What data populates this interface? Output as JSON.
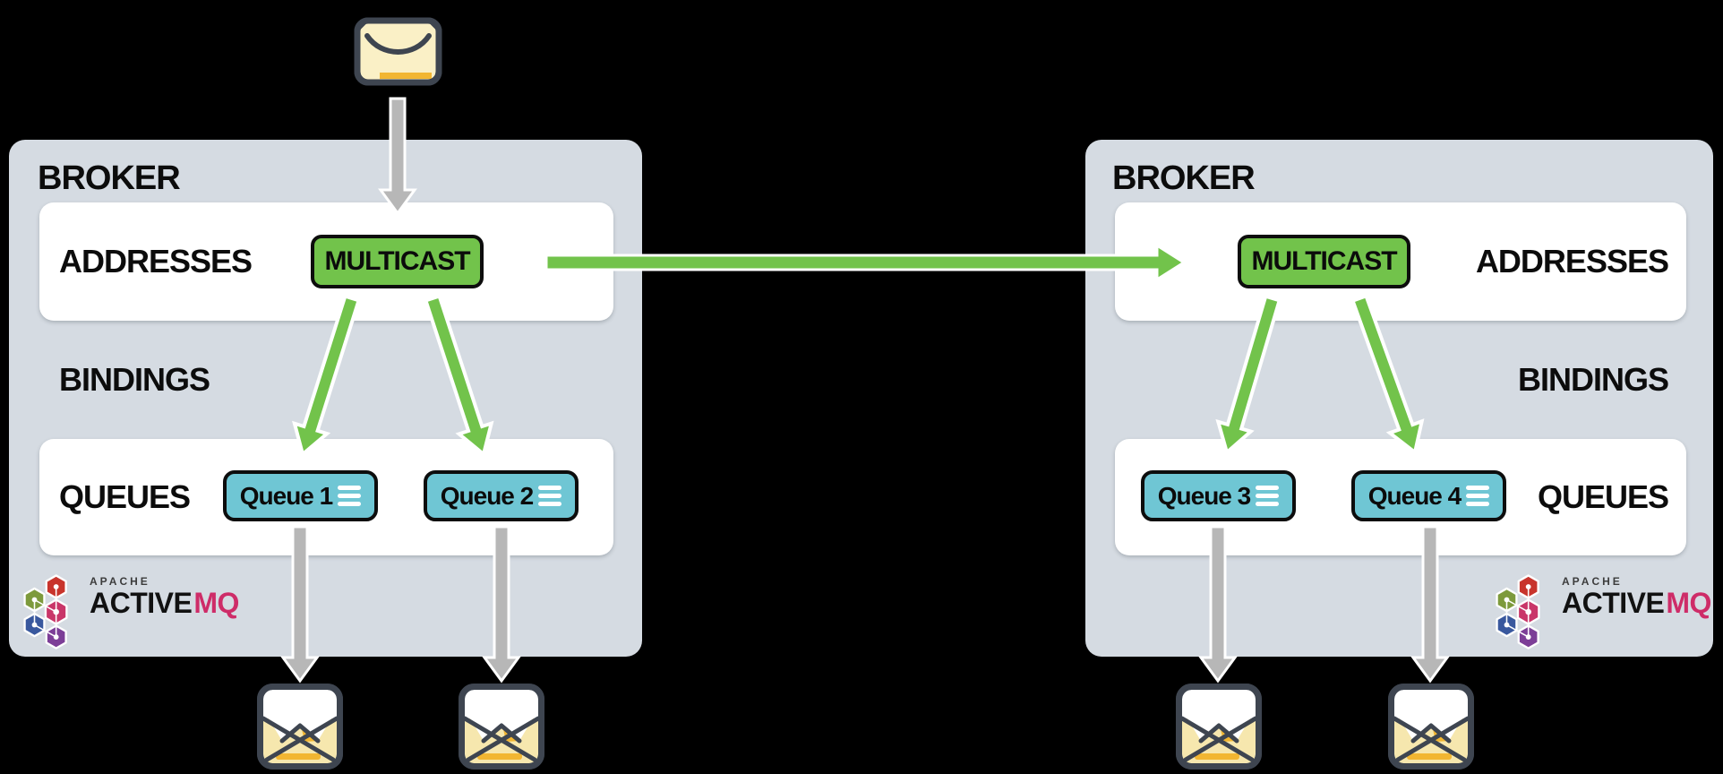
{
  "colors": {
    "background": "#000000",
    "panel": "#D5DBE2",
    "row": "#FFFFFF",
    "accent_green": "#72C34B",
    "queue_cyan": "#6FC6D4",
    "arrow_gray": "#B7B7B7",
    "text_dark": "#111111",
    "logo_pink": "#CE2C68",
    "envelope_cream": "#FAF0C6",
    "envelope_yellow": "#F6E7AE",
    "envelope_orange": "#F2B632",
    "envelope_border": "#3E4550"
  },
  "icons": {
    "producer_message": "closed-envelope-icon",
    "consumer_message": "open-envelope-icon",
    "queue_list": "queue-lines-icon",
    "logo_cluster": "hexagon-cluster-icon"
  },
  "brokers": [
    {
      "title": "BROKER",
      "addresses_label": "ADDRESSES",
      "bindings_label": "BINDINGS",
      "queues_label": "QUEUES",
      "address_name": "MULTICAST",
      "queues": [
        {
          "name": "Queue 1"
        },
        {
          "name": "Queue 2"
        }
      ],
      "logo": {
        "apache": "APACHE",
        "name_primary": "ACTIVE",
        "name_accent": "MQ"
      }
    },
    {
      "title": "BROKER",
      "addresses_label": "ADDRESSES",
      "bindings_label": "BINDINGS",
      "queues_label": "QUEUES",
      "address_name": "MULTICAST",
      "queues": [
        {
          "name": "Queue 3"
        },
        {
          "name": "Queue 4"
        }
      ],
      "logo": {
        "apache": "APACHE",
        "name_primary": "ACTIVE",
        "name_accent": "MQ"
      }
    }
  ]
}
